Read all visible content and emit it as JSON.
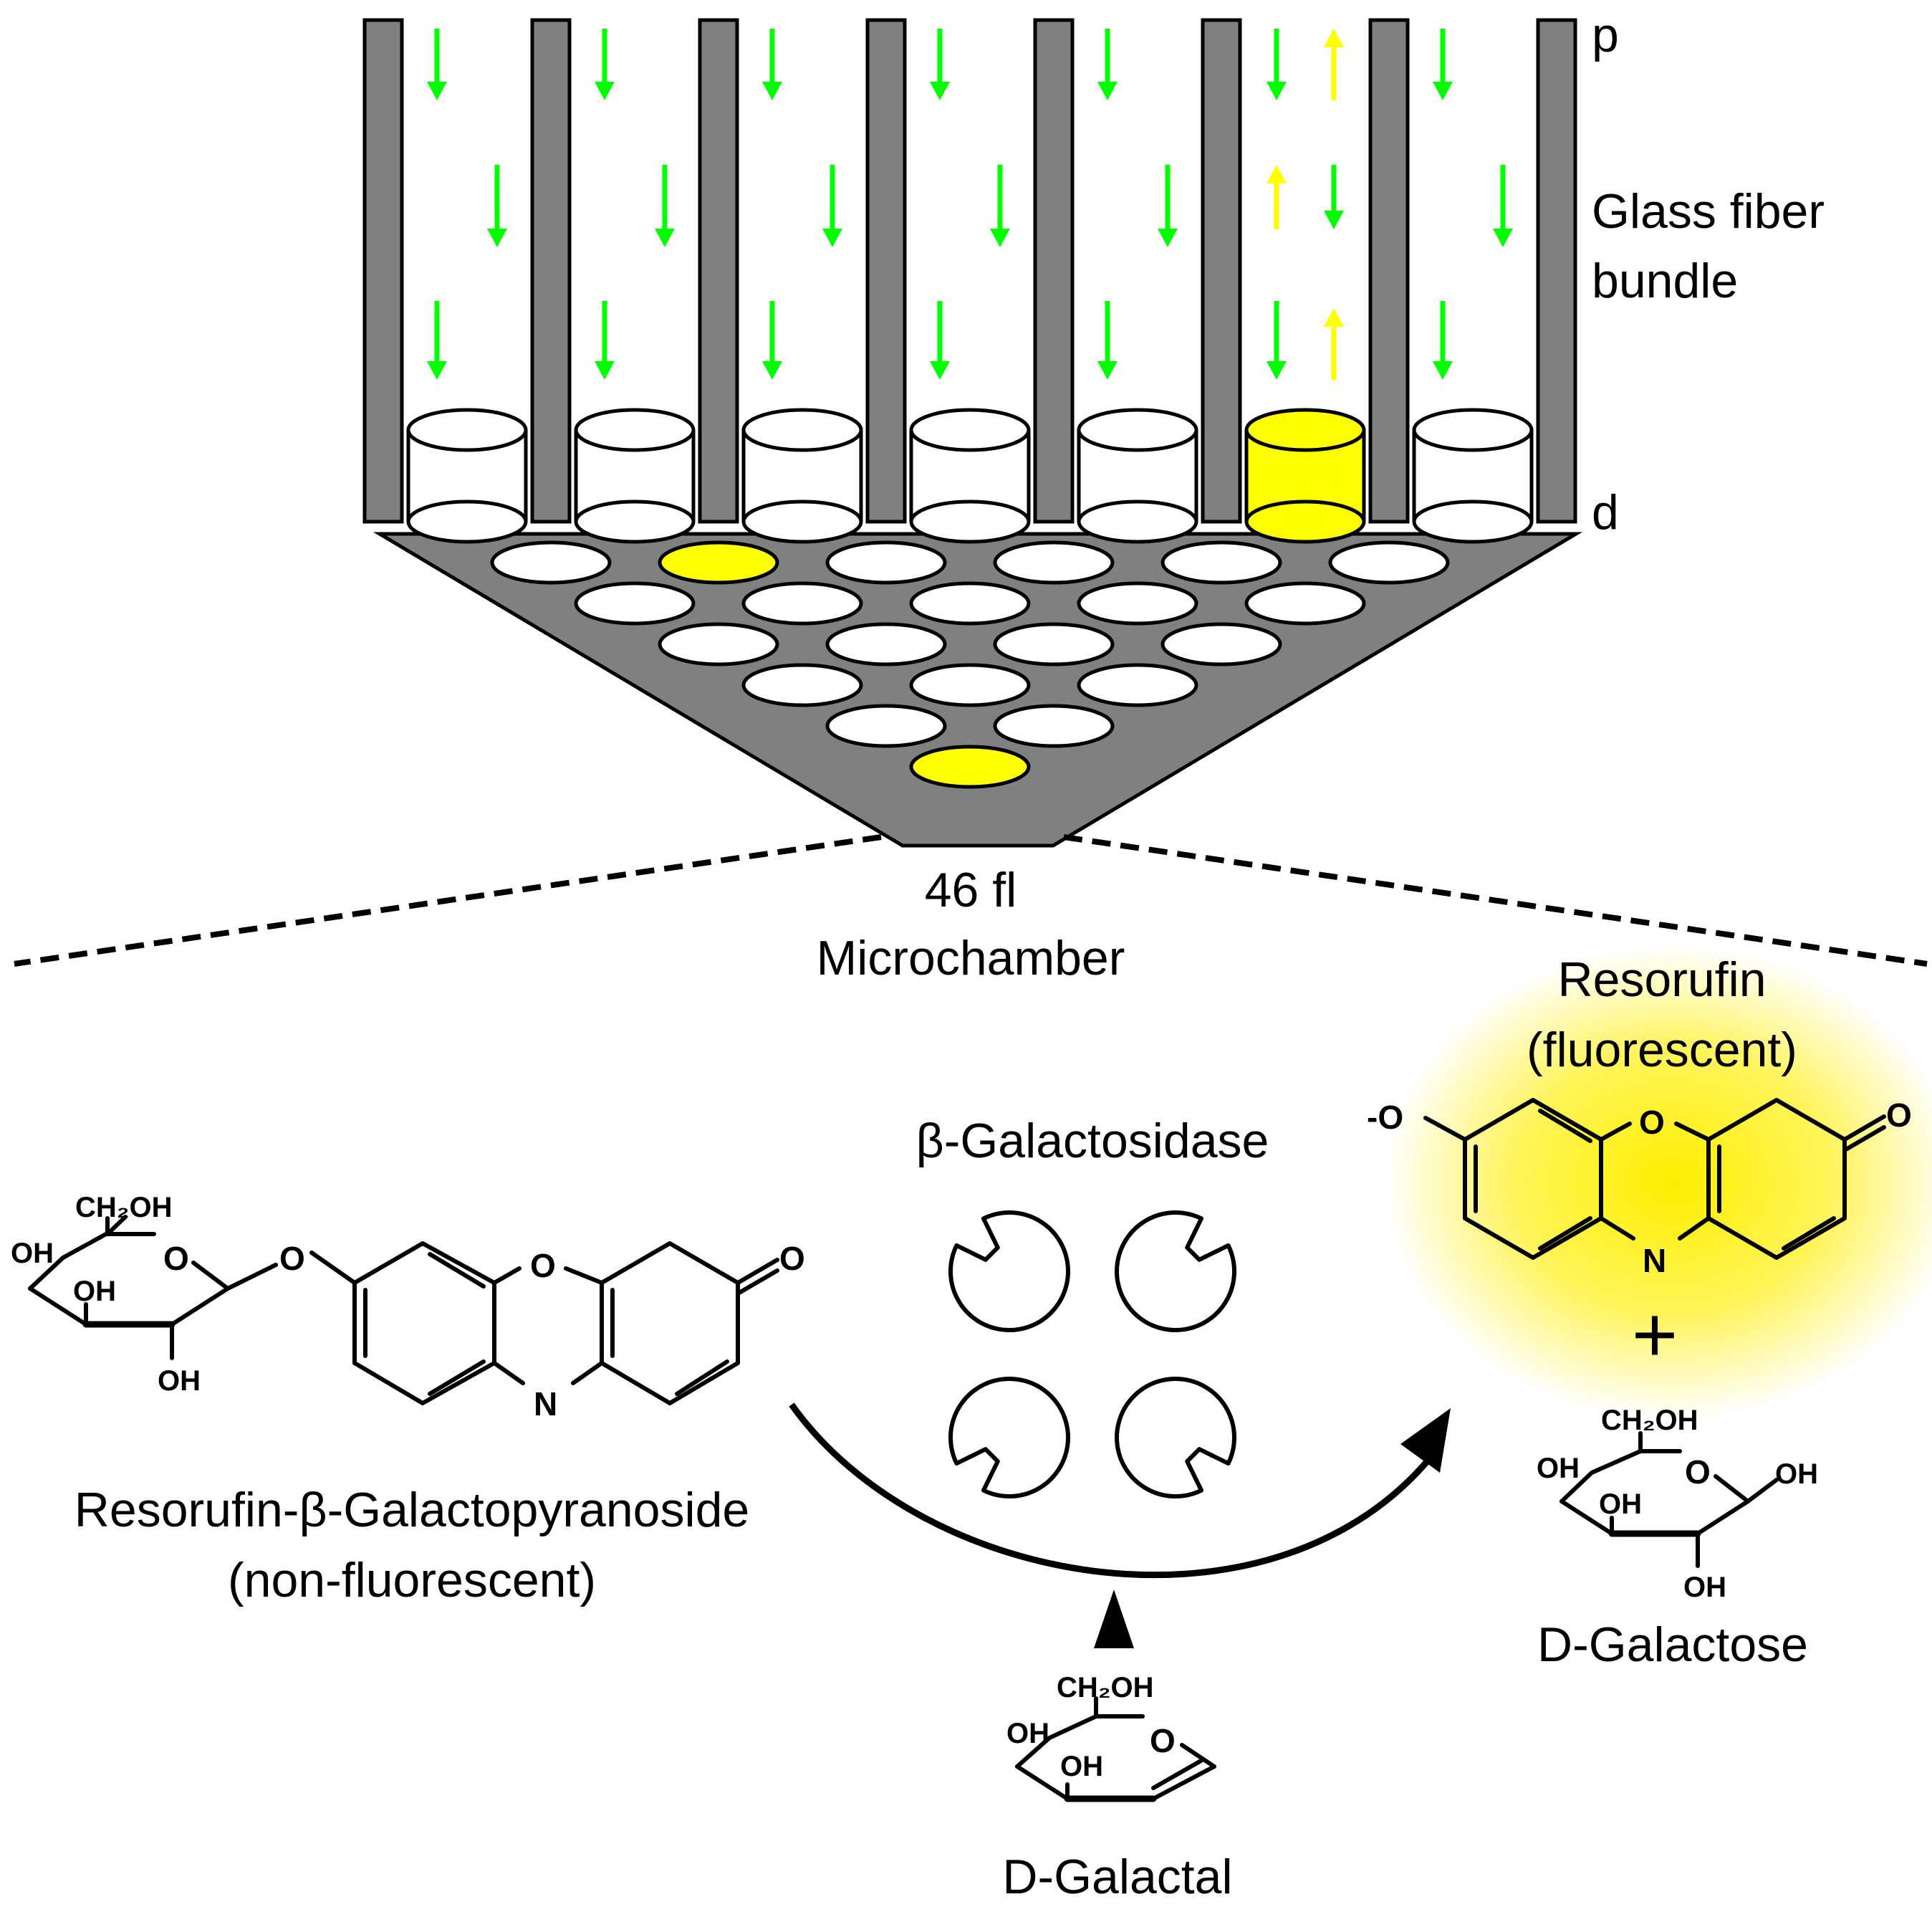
{
  "labels": {
    "p": "p",
    "glass_fiber_line1": "Glass fiber",
    "glass_fiber_line2": "bundle",
    "d": "d",
    "volume": "46 fl",
    "microchamber": "Microchamber",
    "substrate_line1": "Resorufin-β-Galactopyranoside",
    "substrate_line2": "(non-fluorescent)",
    "enzyme": "β-Galactosidase",
    "product_line1": "Resorufin",
    "product_line2": "(fluorescent)",
    "plus": "+",
    "galactose": "D-Galactose",
    "inhibitor": "D-Galactal"
  },
  "chem_labels": {
    "o": "O",
    "n": "N",
    "oh": "OH",
    "ch2oh": "CH₂OH",
    "o_minus": "-O"
  },
  "colors": {
    "fiber_gray": "#808080",
    "excitation_arrow": "#00ff00",
    "emission_arrow": "#ffff00",
    "active_well": "#ffff00",
    "fluorescent_glow": "#ffee00"
  },
  "diagram": {
    "fiber_count": 7,
    "active_fiber_index": 5,
    "well_rows": [
      7,
      6,
      5,
      4,
      3,
      2,
      1
    ],
    "active_wells": [
      [
        1,
        1
      ],
      [
        6,
        0
      ]
    ]
  }
}
